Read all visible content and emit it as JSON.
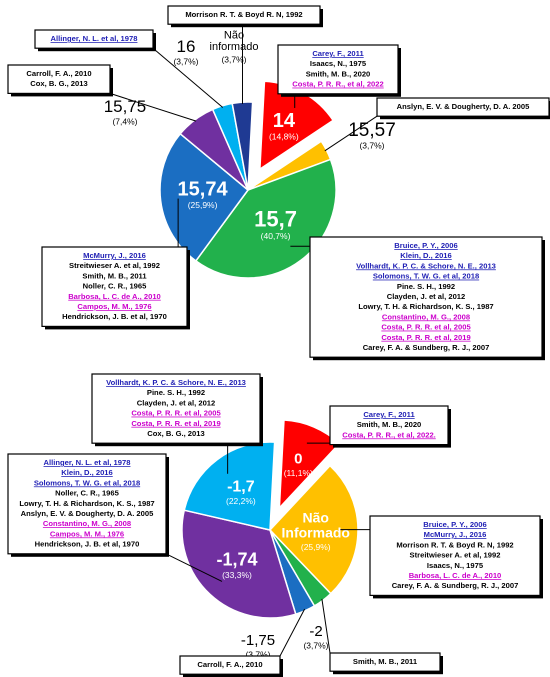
{
  "colors": {
    "red": "#ff0000",
    "yellow": "#ffc000",
    "green": "#22b14c",
    "blue": "#1b6ec2",
    "purple": "#7030a0",
    "cyan": "#00b0f0",
    "navy": "#1f3a93",
    "ref_blue": "#1e1eb4",
    "ref_magenta": "#cc00cc",
    "ref_black": "#000000"
  },
  "chart_data": [
    {
      "type": "pie",
      "slices": [
        {
          "value_label": "14",
          "percent": 14.8,
          "percent_label": "(14,8%)",
          "color": "red",
          "exploded": true,
          "label_inside": true,
          "refs": [
            {
              "t": "Carey, F., 2011",
              "c": "ref_blue",
              "u": true
            },
            {
              "t": "Isaacs, N., 1975",
              "c": "ref_black"
            },
            {
              "t": "Smith, M. B., 2020",
              "c": "ref_black"
            },
            {
              "t": "Costa, P. R. R., et al, 2022",
              "c": "ref_magenta",
              "u": true
            }
          ]
        },
        {
          "value_label": "15,57",
          "percent": 3.7,
          "percent_label": "(3,7%)",
          "color": "yellow",
          "exploded": false,
          "label_inside": false,
          "refs": [
            {
              "t": "Anslyn, E. V. & Dougherty, D. A. 2005",
              "c": "ref_black"
            }
          ]
        },
        {
          "value_label": "15,7",
          "percent": 40.7,
          "percent_label": "(40,7%)",
          "color": "green",
          "exploded": false,
          "label_inside": true,
          "refs": [
            {
              "t": "Bruice, P. Y., 2006",
              "c": "ref_blue",
              "u": true
            },
            {
              "t": "Klein, D., 2016",
              "c": "ref_blue",
              "u": true
            },
            {
              "t": "Vollhardt, K. P. C. & Schore, N. E., 2013",
              "c": "ref_blue",
              "u": true
            },
            {
              "t": "Solomons, T. W. G. et al, 2018",
              "c": "ref_blue",
              "u": true
            },
            {
              "t": "Pine. S. H., 1992",
              "c": "ref_black"
            },
            {
              "t": "Clayden, J. et al, 2012",
              "c": "ref_black"
            },
            {
              "t": "Lowry, T. H. & Richardson, K. S., 1987",
              "c": "ref_black"
            },
            {
              "t": "Constantino, M. G., 2008",
              "c": "ref_magenta",
              "u": true
            },
            {
              "t": "Costa, P. R. R. et al, 2005",
              "c": "ref_magenta",
              "u": true
            },
            {
              "t": "Costa, P. R. R. et al, 2019",
              "c": "ref_magenta",
              "u": true
            },
            {
              "t": "Carey, F. A. & Sundberg, R. J., 2007",
              "c": "ref_black"
            }
          ]
        },
        {
          "value_label": "15,74",
          "percent": 25.9,
          "percent_label": "(25,9%)",
          "color": "blue",
          "exploded": false,
          "label_inside": true,
          "refs": [
            {
              "t": "McMurry, J., 2016",
              "c": "ref_blue",
              "u": true
            },
            {
              "t": "Streitwieser A. et al, 1992",
              "c": "ref_black"
            },
            {
              "t": "Smith, M. B., 2011",
              "c": "ref_black"
            },
            {
              "t": "Noller, C. R., 1965",
              "c": "ref_black"
            },
            {
              "t": "Barbosa, L. C. de A., 2010",
              "c": "ref_magenta",
              "u": true
            },
            {
              "t": "Campos, M. M., 1976",
              "c": "ref_magenta",
              "u": true
            },
            {
              "t": "Hendrickson, J. B. et al, 1970",
              "c": "ref_black"
            }
          ]
        },
        {
          "value_label": "15,75",
          "percent": 7.4,
          "percent_label": "(7,4%)",
          "color": "purple",
          "exploded": false,
          "label_inside": false,
          "refs": [
            {
              "t": "Carroll, F. A., 2010",
              "c": "ref_black"
            },
            {
              "t": "Cox, B. G., 2013",
              "c": "ref_black"
            }
          ]
        },
        {
          "value_label": "16",
          "percent": 3.7,
          "percent_label": "(3,7%)",
          "color": "cyan",
          "exploded": false,
          "label_inside": false,
          "refs": [
            {
              "t": "Allinger, N. L. et al, 1978",
              "c": "ref_blue",
              "u": true
            }
          ]
        },
        {
          "value_label": "Não informado",
          "percent": 3.7,
          "percent_label": "(3,7%)",
          "color": "navy",
          "exploded": false,
          "label_inside": false,
          "refs": [
            {
              "t": "Morrison R. T. & Boyd R. N, 1992",
              "c": "ref_black"
            }
          ]
        }
      ]
    },
    {
      "type": "pie",
      "slices": [
        {
          "value_label": "0",
          "percent": 11.1,
          "percent_label": "(11,1%)",
          "color": "red",
          "exploded": true,
          "label_inside": true,
          "refs": [
            {
              "t": "Carey, F., 2011",
              "c": "ref_blue",
              "u": true
            },
            {
              "t": "Smith, M. B., 2020",
              "c": "ref_black"
            },
            {
              "t": "Costa, P. R. R., et al, 2022.",
              "c": "ref_magenta",
              "u": true
            }
          ]
        },
        {
          "value_label": "Não Informado",
          "percent": 25.9,
          "percent_label": "(25,9%)",
          "color": "yellow",
          "exploded": false,
          "label_inside": true,
          "refs": [
            {
              "t": "Bruice, P. Y., 2006",
              "c": "ref_blue",
              "u": true
            },
            {
              "t": "McMurry, J., 2016",
              "c": "ref_blue",
              "u": true
            },
            {
              "t": "Morrison R. T. & Boyd R. N, 1992",
              "c": "ref_black"
            },
            {
              "t": "Streitwieser A. et al, 1992",
              "c": "ref_black"
            },
            {
              "t": "Isaacs, N., 1975",
              "c": "ref_black"
            },
            {
              "t": "Barbosa, L. C. de A., 2010",
              "c": "ref_magenta",
              "u": true
            },
            {
              "t": "Carey, F. A. & Sundberg, R. J., 2007",
              "c": "ref_black"
            }
          ]
        },
        {
          "value_label": "-2",
          "percent": 3.7,
          "percent_label": "(3,7%)",
          "color": "green",
          "exploded": false,
          "label_inside": false,
          "refs": [
            {
              "t": "Smith, M. B., 2011",
              "c": "ref_black"
            }
          ]
        },
        {
          "value_label": "-1,75",
          "percent": 3.7,
          "percent_label": "(3,7%)",
          "color": "blue",
          "exploded": false,
          "label_inside": false,
          "refs": [
            {
              "t": "Carroll, F. A., 2010",
              "c": "ref_black"
            }
          ]
        },
        {
          "value_label": "-1,74",
          "percent": 33.3,
          "percent_label": "(33,3%)",
          "color": "purple",
          "exploded": false,
          "label_inside": true,
          "refs": [
            {
              "t": "Allinger, N. L. et al, 1978",
              "c": "ref_blue",
              "u": true
            },
            {
              "t": "Klein, D., 2016",
              "c": "ref_blue",
              "u": true
            },
            {
              "t": "Solomons, T. W. G. et al, 2018",
              "c": "ref_blue",
              "u": true
            },
            {
              "t": "Noller, C. R., 1965",
              "c": "ref_black"
            },
            {
              "t": "Lowry, T. H. & Richardson, K. S., 1987",
              "c": "ref_black"
            },
            {
              "t": "Anslyn, E. V. & Dougherty, D. A. 2005",
              "c": "ref_black"
            },
            {
              "t": "Constantino, M. G., 2008",
              "c": "ref_magenta",
              "u": true
            },
            {
              "t": "Campos, M. M., 1976",
              "c": "ref_magenta",
              "u": true
            },
            {
              "t": "Hendrickson, J. B. et al, 1970",
              "c": "ref_black"
            }
          ]
        },
        {
          "value_label": "-1,7",
          "percent": 22.2,
          "percent_label": "(22,2%)",
          "color": "cyan",
          "exploded": false,
          "label_inside": true,
          "refs": [
            {
              "t": "Vollhardt, K. P. C. & Schore, N. E., 2013",
              "c": "ref_blue",
              "u": true
            },
            {
              "t": "Pine. S. H., 1992",
              "c": "ref_black"
            },
            {
              "t": "Clayden, J. et al, 2012",
              "c": "ref_black"
            },
            {
              "t": "Costa, P. R. R. et al, 2005",
              "c": "ref_magenta",
              "u": true
            },
            {
              "t": "Costa, P. R. R. et al, 2019",
              "c": "ref_magenta",
              "u": true
            },
            {
              "t": "Cox, B. G., 2013",
              "c": "ref_black"
            }
          ]
        }
      ]
    }
  ]
}
